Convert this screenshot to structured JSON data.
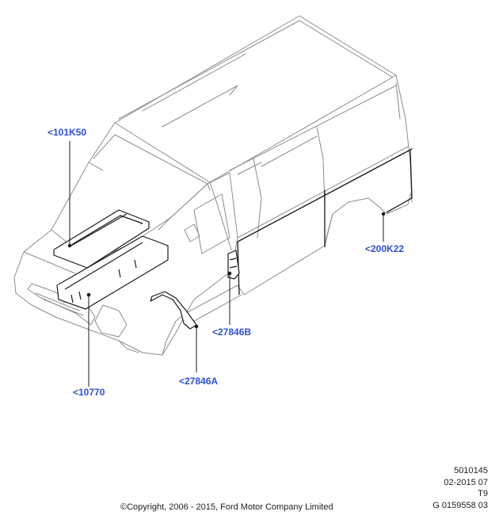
{
  "callouts": {
    "c1": "<101K50",
    "c2": "<200K22",
    "c3": "<27846B",
    "c4": "<27846A",
    "c5": "<10770"
  },
  "info": {
    "line1": "5010145",
    "line2": "02-2015 07",
    "line3": "T9",
    "line4": "G 0159558 03"
  },
  "copyright": "©Copyright, 2006 - 2015, Ford Motor Company Limited",
  "colors": {
    "callout": "#2d4fd6",
    "line": "#7a7a7a",
    "part": "#1a1a1a"
  }
}
